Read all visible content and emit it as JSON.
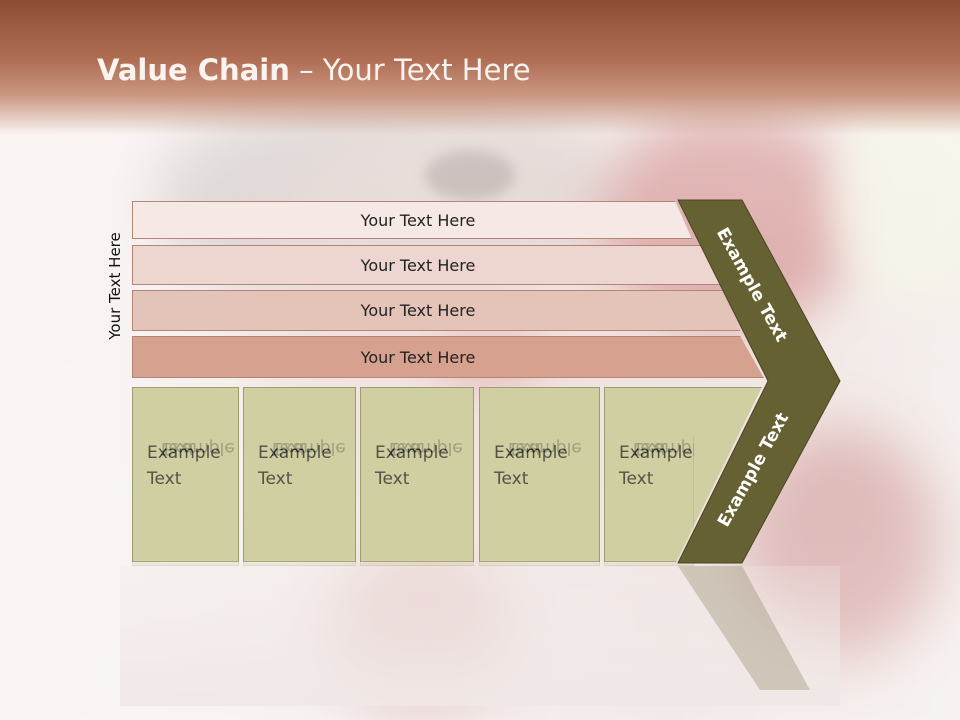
{
  "slide": {
    "title_bold": "Value Chain",
    "title_rest": " – Your Text Here",
    "side_label": "Your Text Here",
    "support_rows": [
      {
        "label": "Your Text Here"
      },
      {
        "label": "Your Text Here"
      },
      {
        "label": "Your Text Here"
      },
      {
        "label": "Your Text Here"
      }
    ],
    "primary_boxes": [
      {
        "line1": "Example",
        "line2": "Text"
      },
      {
        "line1": "Example",
        "line2": "Text"
      },
      {
        "line1": "Example",
        "line2": "Text"
      },
      {
        "line1": "Example",
        "line2": "Text"
      },
      {
        "line1": "Example",
        "line2": "Text"
      }
    ],
    "chevron_top_label": "Example Text",
    "chevron_bottom_label": "Example Text"
  },
  "colors": {
    "title_band": "#a0583d",
    "chevron": "#666133",
    "row_colors": [
      "#f5e8e5",
      "#ecd6cf",
      "#e4c3b8",
      "#d6a18e"
    ],
    "box_color": "#cfcfa2"
  }
}
